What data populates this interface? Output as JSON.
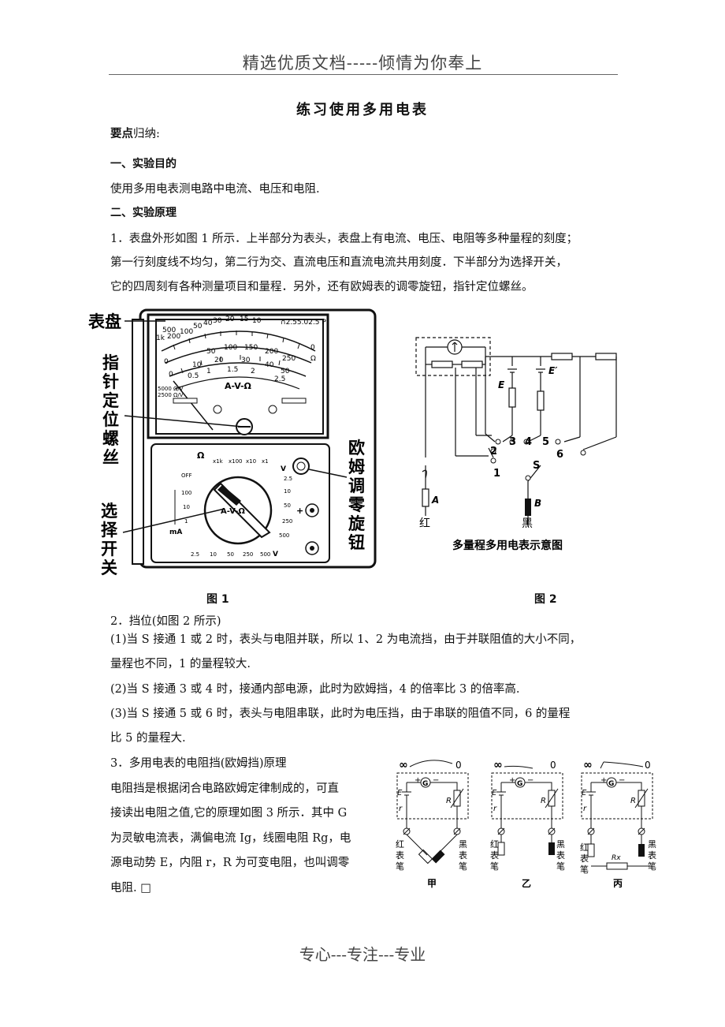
{
  "header": "精选优质文档-----倾情为你奉上",
  "title": "练习使用多用电表",
  "summary_label_bold": "要点",
  "summary_label_rest": "归纳:",
  "sec1": "一、实验目的",
  "sec1_text": "使用多用电表测电路中电流、电压和电阻.",
  "sec2": "二、实验原理",
  "p1_lines": [
    "1．表盘外形如图 1 所示．上半部分为表头，表盘上有电流、电压、电阻等多种量程的刻度；",
    "第一行刻度线不均匀，第二行为交、直流电压和直流电流共用刻度．下半部分为选择开关，",
    "它的四周刻有各种测量项目和量程．另外，还有欧姆表的调零旋钮，指针定位螺丝。"
  ],
  "fig1": {
    "caption": "图  1",
    "label_dial": "表盘",
    "label_screw": [
      "指",
      "针",
      "定",
      "位",
      "螺",
      "丝"
    ],
    "label_switch": [
      "选",
      "择",
      "开",
      "关"
    ],
    "label_zero": [
      "欧",
      "姆",
      "调",
      "零",
      "旋",
      "钮"
    ],
    "scale_top": [
      "500",
      "1k",
      "200",
      "100",
      "50",
      "40",
      "30",
      "20",
      "15",
      "10"
    ],
    "scale_right": "∩2.55.02.5 P",
    "scale_mid": [
      "50",
      "100",
      "150",
      "200",
      "250"
    ],
    "scale_mid2": [
      "10",
      "20",
      "30",
      "40",
      "50"
    ],
    "scale_low": [
      "0.5",
      "1",
      "1.5",
      "2",
      "2.5"
    ],
    "scale_zero_labels": [
      "0",
      "0",
      "0"
    ],
    "meter_name": "A-V-Ω",
    "sens": [
      "5000 Ω/V",
      "2500 Ω/V"
    ],
    "omega_label": "Ω",
    "omega_ranges": [
      "x1k",
      "x100",
      "x10",
      "x1"
    ],
    "off": "OFF",
    "ma_ranges": [
      "100",
      "10",
      "1"
    ],
    "ma_label": "mA",
    "v_ranges_right": [
      "2.5",
      "10",
      "50",
      "250",
      "500"
    ],
    "v_ac_label": "V",
    "v_ranges_bottom": [
      "2.5",
      "10",
      "50",
      "250",
      "500"
    ],
    "plus": "+"
  },
  "fig2": {
    "caption": "图  2",
    "title": "多量程多用电表示意图",
    "E": "E",
    "E2": "E′",
    "contacts": [
      "1",
      "2",
      "3",
      "4",
      "5",
      "6"
    ],
    "S": "S",
    "A": "A",
    "B": "B",
    "red": "红",
    "black": "黑"
  },
  "p2_title": "2．挡位(如图 2 所示)",
  "p2_lines": [
    "(1)当 S 接通 1 或 2 时，表头与电阻并联，所以 1、2 为电流挡，由于并联阻值的大小不同，",
    "量程也不同，1 的量程较大.",
    "(2)当 S 接通 3 或 4 时，接通内部电源，此时为欧姆挡，4 的倍率比 3 的倍率高.",
    "(3)当 S 接通 5 或 6 时，表头与电阻串联，此时为电压挡，由于串联的阻值不同，6 的量程",
    "比 5 的量程大."
  ],
  "p3_title": "3．多用电表的电阻挡(欧姆挡)原理",
  "p3_lines": [
    "电阻挡是根据闭合电路欧姆定律制成的，可直",
    "接读出电阻之值,它的原理如图 3 所示．其中 G",
    "为灵敏电流表，满偏电流 Ig，线圈电阻 Rg，电",
    "源电动势 E，内阻 r，R 为可变电阻，也叫调零",
    "电阻. □"
  ],
  "fig3": {
    "inf": "∞",
    "zero": "0",
    "G": "G",
    "plus": "+",
    "minus": "−",
    "E": "E",
    "r": "r",
    "R": "R",
    "Rx": "Rx",
    "red_pen": [
      "红",
      "表",
      "笔"
    ],
    "black_pen": [
      "黑",
      "表",
      "笔"
    ],
    "labels": [
      "甲",
      "乙",
      "丙"
    ]
  },
  "footer": "专心---专注---专业"
}
